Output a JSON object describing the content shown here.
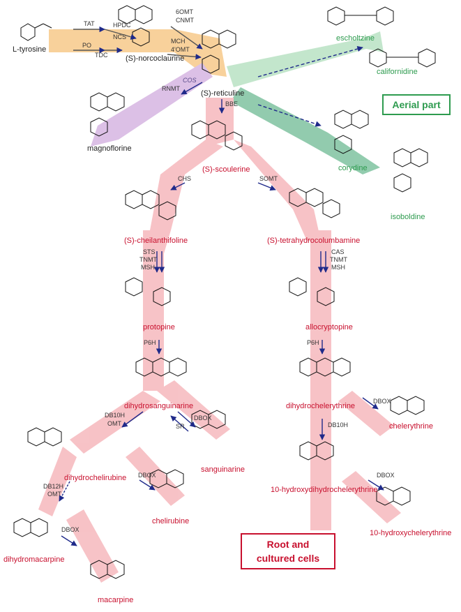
{
  "compounds": {
    "l_tyrosine": "L-tyrosine",
    "norcoclaurine": "(S)-norcoclaurine",
    "reticuline": "(S)-reticuline",
    "scoulerine": "(S)-scoulerine",
    "cheilanthifoline": "(S)-cheilanthifoline",
    "tetrahydrocolumbamine": "(S)-tetrahydrocolumbamine",
    "protopine": "protopine",
    "allocryptopine": "allocryptopine",
    "dihydrosanguinarine": "dihydrosanguinarine",
    "sanguinarine": "sanguinarine",
    "dihydrochelerythrine": "dihydrochelerythrine",
    "chelerythrine": "chelerythrine",
    "dihydrochelirubine": "dihydrochelirubine",
    "chelirubine": "chelirubine",
    "hydroxydihydrochelerythrine": "10-hydroxydihydrochelerythrine",
    "hydroxychelerythrine": "10-hydroxychelerythrine",
    "dihydromacarpine": "dihydromacarpine",
    "macarpine": "macarpine",
    "magnoflorine": "magnoflorine",
    "escholtzine": "escholtzine",
    "californidine": "californidine",
    "corydine": "corydine",
    "isoboldine": "isoboldine"
  },
  "enzymes": {
    "tat": "TAT",
    "hpdc": "HPDC",
    "ncs": "NCS",
    "po": "PO",
    "tdc": "TDC",
    "omt6": "6OMT",
    "cnmt": "CNMT",
    "mch": "MCH",
    "omt4": "4'OMT",
    "cos": "COS",
    "rnmt": "RNMT",
    "bbe": "BBE",
    "chs": "CHS",
    "somt": "SOMT",
    "sts": "STS",
    "tnmt1": "TNMT",
    "msh1": "MSH",
    "cas": "CAS",
    "tnmt2": "TNMT",
    "msh2": "MSH",
    "p6h1": "P6H",
    "p6h2": "P6H",
    "db10h1": "DB10H",
    "omt1": "OMT",
    "dbox1": "DBOX",
    "sr": "SR",
    "dbox2": "DBOX",
    "db10h2": "DB10H",
    "dbox3": "DBOX",
    "db12h": "DB12H",
    "omt2": "OMT",
    "dbox4": "DBOX",
    "dbox5": "DBOX"
  },
  "regions": {
    "aerial": "Aerial part",
    "root": "Root and cultured cells"
  },
  "root_lines": [
    "Root and",
    "cultured cells"
  ],
  "colors": {
    "pink_path": "#f6b8bd",
    "orange_path": "#f7c98a",
    "purple_path": "#d7b6e2",
    "green_path": "#b9e2c4",
    "dark_green_path": "#7fc3a0",
    "compound_red": "#c8102e",
    "compound_green": "#2e9b4f",
    "arrow_blue": "#1f2a8a",
    "aerial_border": "#2e9b4f",
    "root_border": "#c8102e"
  }
}
